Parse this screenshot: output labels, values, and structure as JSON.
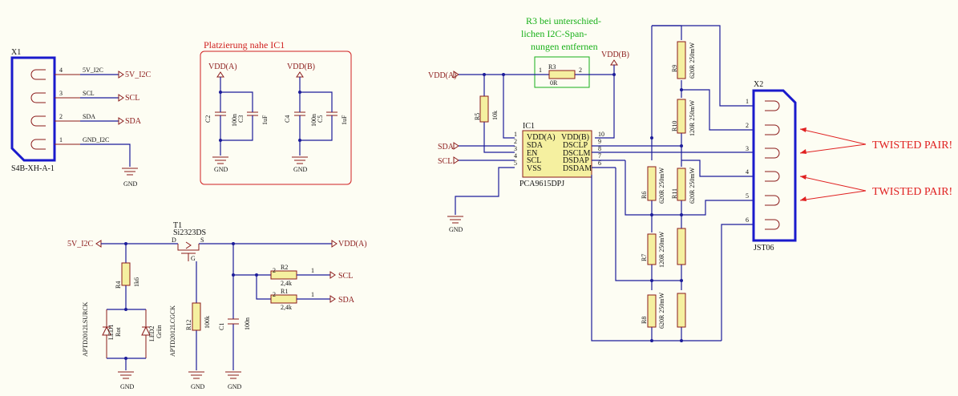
{
  "notes": {
    "placement_box": "Platzierung nahe IC1",
    "r3_note": [
      "R3 bei unterschied-",
      "lichen I2C-Span-",
      "nungen entfernen"
    ],
    "twisted_pair_1": "TWISTED PAIR!",
    "twisted_pair_2": "TWISTED PAIR!"
  },
  "nets": {
    "vdd_a": "VDD(A)",
    "vdd_b": "VDD(B)",
    "gnd": "GND",
    "v5_i2c": "5V_I2C",
    "scl": "SCL",
    "sda": "SDA",
    "gnd_i2c": "GND_I2C"
  },
  "x1": {
    "ref": "X1",
    "part": "S4B-XH-A-1",
    "pins": [
      "4",
      "3",
      "2",
      "1"
    ],
    "nets": [
      "5V_I2C",
      "SCL",
      "SDA",
      "GND_I2C"
    ]
  },
  "decoupling": {
    "c2": {
      "ref": "C2",
      "value": "100n"
    },
    "c3": {
      "ref": "C3",
      "value": "1uF"
    },
    "c4": {
      "ref": "C4",
      "value": "100n"
    },
    "c5": {
      "ref": "C5",
      "value": "1uF"
    }
  },
  "power": {
    "t1": {
      "ref": "T1",
      "part": "Si2323DS",
      "d": "D",
      "s": "S",
      "g": "G"
    },
    "r4": {
      "ref": "R4",
      "value": "1k6"
    },
    "led1": {
      "ref": "LED1",
      "value": "Rot",
      "part": "APTD2012LSURCK"
    },
    "led2": {
      "ref": "LED2",
      "value": "Grün",
      "part": "APTD2012LCGCK"
    },
    "r12": {
      "ref": "R12",
      "value": "100k"
    },
    "c1": {
      "ref": "C1",
      "value": "100n"
    },
    "r2": {
      "ref": "R2",
      "value": "2,4k"
    },
    "r1": {
      "ref": "R1",
      "value": "2,4k"
    }
  },
  "ic1": {
    "ref": "IC1",
    "part": "PCA9615DPJ",
    "left_pins": [
      {
        "num": "1",
        "name": "VDD(A)"
      },
      {
        "num": "2",
        "name": "SDA"
      },
      {
        "num": "3",
        "name": "EN"
      },
      {
        "num": "4",
        "name": "SCL"
      },
      {
        "num": "5",
        "name": "VSS"
      }
    ],
    "right_pins": [
      {
        "num": "10",
        "name": "VDD(B)"
      },
      {
        "num": "9",
        "name": "DSCLP"
      },
      {
        "num": "8",
        "name": "DSCLM"
      },
      {
        "num": "7",
        "name": "DSDAP"
      },
      {
        "num": "6",
        "name": "DSDAM"
      }
    ]
  },
  "resistors_bus": {
    "r3": {
      "ref": "R3",
      "value": "0R"
    },
    "r5": {
      "ref": "R5",
      "value": "10k"
    },
    "r6": {
      "ref": "R6",
      "value": "620R 250mW"
    },
    "r7": {
      "ref": "R7",
      "value": "120R 250mW"
    },
    "r8": {
      "ref": "R8",
      "value": "620R 250mW"
    },
    "r9": {
      "ref": "R9",
      "value": "620R 250mW"
    },
    "r10": {
      "ref": "R10",
      "value": "120R 250mW"
    },
    "r11": {
      "ref": "R11",
      "value": "620R 250mW"
    }
  },
  "x2": {
    "ref": "X2",
    "part": "JST06",
    "pins": [
      "1",
      "2",
      "3",
      "4",
      "5",
      "6"
    ]
  },
  "pin_numbers": {
    "one": "1",
    "two": "2"
  }
}
